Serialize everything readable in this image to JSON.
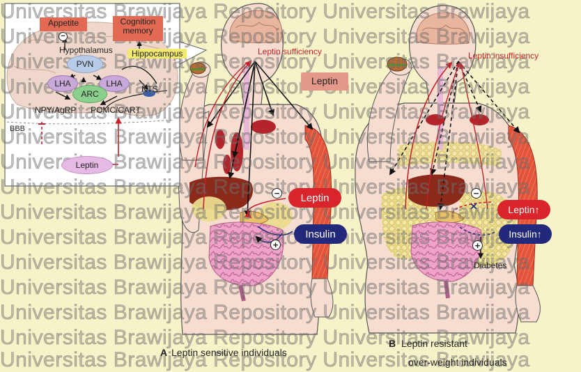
{
  "inset": {
    "appetite": "Appetite",
    "cognition": "Cognition\nmemory",
    "hypothalamus": "Hypothalamus",
    "hippocampus": "Hippocampus",
    "pvn": "PVN",
    "lha_left": "LHA",
    "lha_right": "LHA",
    "arc": "ARC",
    "nts": "NTS",
    "npy": "NPY/AgRP",
    "pomc": "POMC/CART",
    "bbb": "BBB",
    "leptin": "Leptin"
  },
  "panel_a": {
    "sufficiency": "Leptin sufficiency",
    "leptin_box": "Leptin",
    "leptin_pill": "Leptin",
    "insulin_pill": "Insulin",
    "caption_letter": "A",
    "caption": "Leptin sensitive individuals"
  },
  "panel_b": {
    "insufficiency": "Leptin insufficiency",
    "leptin_pill": "Leptin↑",
    "insulin_pill": "Insulin↑",
    "diabetes": "Diabetes",
    "caption_letter": "B",
    "caption_line1": "Leptin resistant",
    "caption_line2": "over-weight individuals"
  },
  "symbols": {
    "minus": "−",
    "plus": "+",
    "up_arrow": "↑"
  },
  "watermark": {
    "line1": "Universitas Brawijaya   Repository Universitas Brawijaya",
    "line2": "Universitas Brawijaya   Repository Universitas Brawijaya"
  },
  "colors": {
    "background": "#f7f3c8",
    "body_skin": "#f6ddd0",
    "leptin_red": "#d9242b",
    "insulin_blue": "#23297a",
    "muscle": "#e2533a",
    "gut_pink": "#eea3c8",
    "fat_yellow": "#eadb8e"
  }
}
